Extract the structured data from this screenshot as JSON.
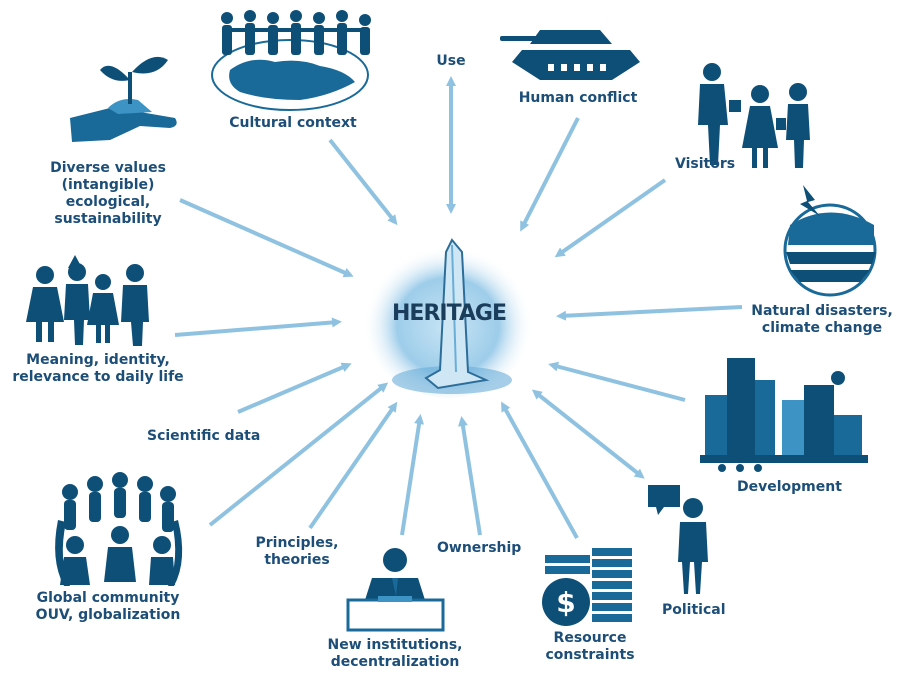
{
  "center": {
    "label": "HERITAGE"
  },
  "factors": {
    "cultural_context": "Cultural context",
    "use": "Use",
    "human_conflict": "Human conflict",
    "visitors": "Visitors",
    "diverse_values": [
      "Diverse values",
      "(intangible)",
      "ecological,",
      "sustainability"
    ],
    "natural_disasters": [
      "Natural disasters,",
      "climate change"
    ],
    "meaning_identity": [
      "Meaning, identity,",
      "relevance to daily life"
    ],
    "scientific_data": "Scientific data",
    "development": "Development",
    "global_community": [
      "Global community",
      "OUV, globalization"
    ],
    "principles": [
      "Principles,",
      "theories"
    ],
    "ownership": "Ownership",
    "political": "Political",
    "new_institutions": [
      "New institutions,",
      "decentralization"
    ],
    "resource_constraints": [
      "Resource",
      "constraints"
    ]
  },
  "colors": {
    "text": "#1c4e78",
    "arrow": "#8fc2e0",
    "icon": "#1a6a99"
  }
}
